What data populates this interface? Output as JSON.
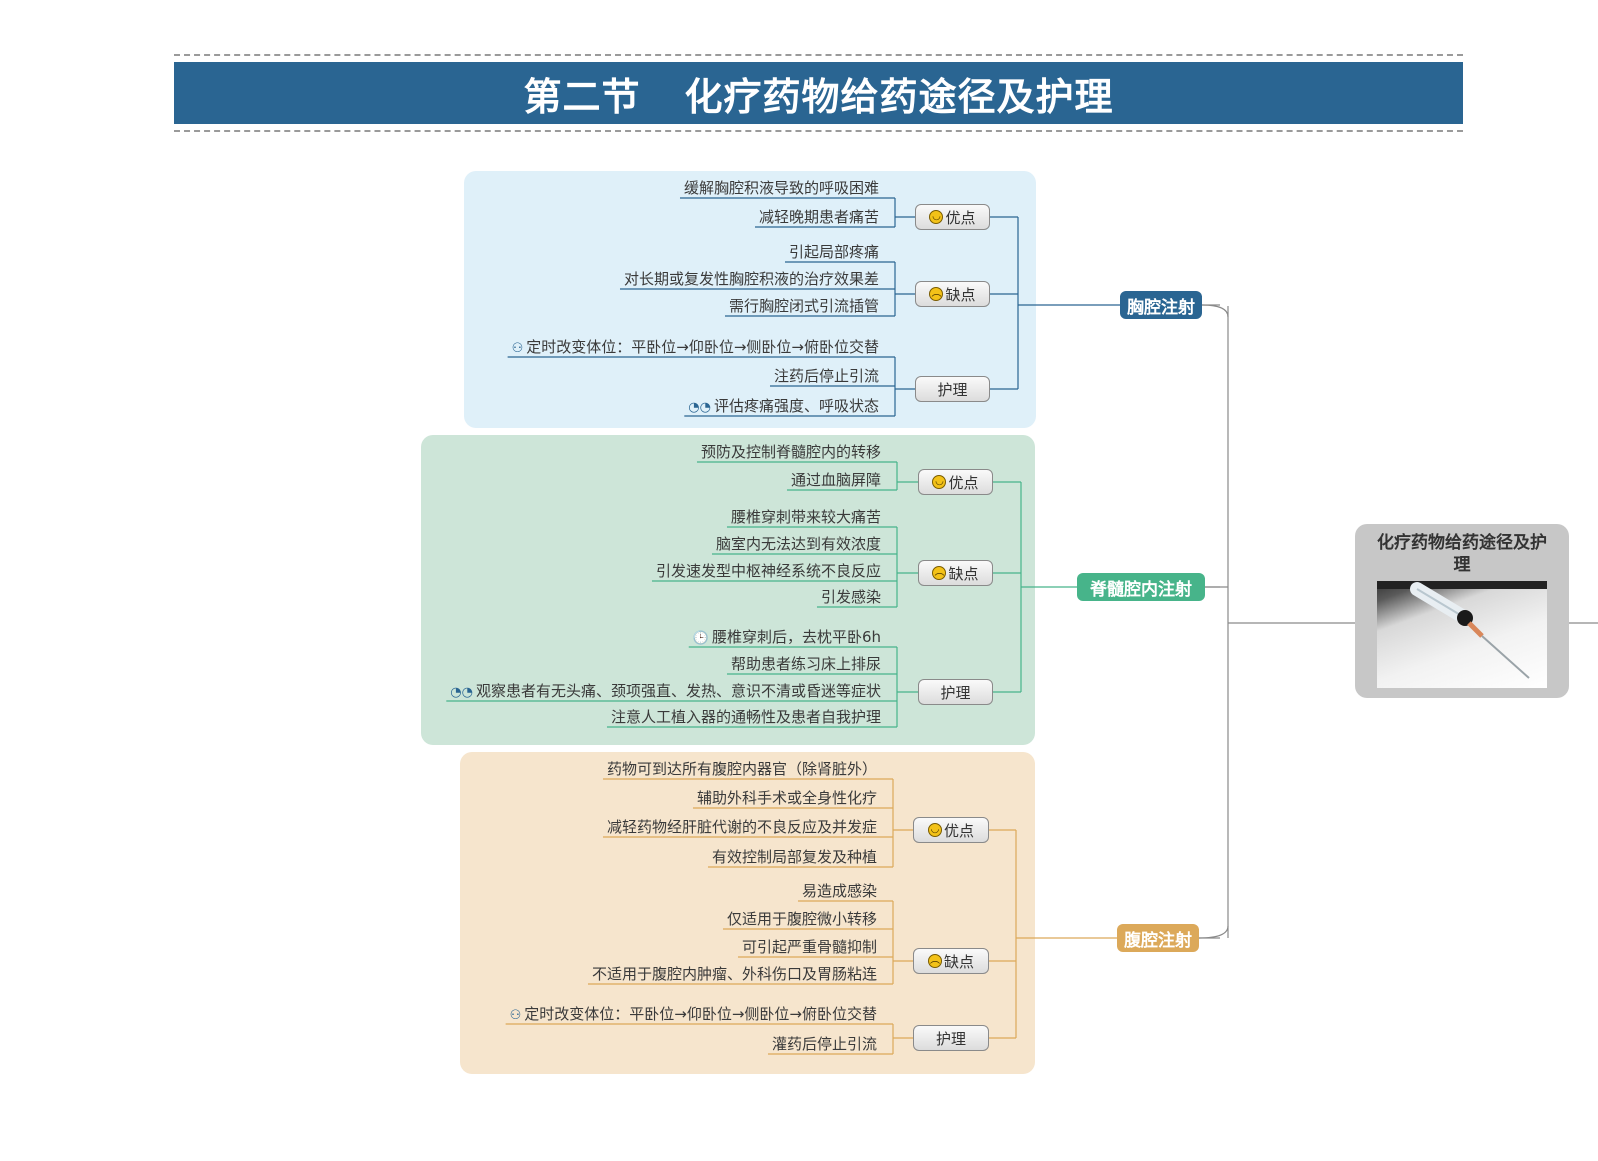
{
  "title": {
    "part1": "第二节",
    "part2": "化疗药物给药途径及护理"
  },
  "central": {
    "label": "化疗药物给药途径及护理",
    "image_icon": "syringe-photo"
  },
  "colors": {
    "banner": "#2a6592",
    "blue_panel": "#dff0f9",
    "green_panel": "#cde5d8",
    "orange_panel": "#f6e5cd",
    "blue_branch": "#2a6592",
    "green_branch": "#47b48a",
    "orange_branch": "#dca95a"
  },
  "branches": [
    {
      "label": "胸腔注射",
      "categories": [
        {
          "label": "优点",
          "icon": "smile-icon",
          "items": [
            "缓解胸腔积液导致的呼吸困难",
            "减轻晚期患者痛苦"
          ]
        },
        {
          "label": "缺点",
          "icon": "frown-icon",
          "items": [
            "引起局部疼痛",
            "对长期或复发性胸腔积液的治疗效果差",
            "需行胸腔闭式引流插管"
          ]
        },
        {
          "label": "护理",
          "icon": "",
          "items": [
            "定时改变体位：平卧位→仰卧位→侧卧位→俯卧位交替",
            "注药后停止引流",
            "评估疼痛强度、呼吸状态"
          ],
          "item_icons": [
            "people-icon",
            "",
            "eye-icon"
          ]
        }
      ]
    },
    {
      "label": "脊髓腔内注射",
      "categories": [
        {
          "label": "优点",
          "icon": "smile-icon",
          "items": [
            "预防及控制脊髓腔内的转移",
            "通过血脑屏障"
          ]
        },
        {
          "label": "缺点",
          "icon": "frown-icon",
          "items": [
            "腰椎穿刺带来较大痛苦",
            "脑室内无法达到有效浓度",
            "引发速发型中枢神经系统不良反应",
            "引发感染"
          ]
        },
        {
          "label": "护理",
          "icon": "",
          "items": [
            "腰椎穿刺后，去枕平卧6h",
            "帮助患者练习床上排尿",
            "观察患者有无头痛、颈项强直、发热、意识不清或昏迷等症状",
            "注意人工植入器的通畅性及患者自我护理"
          ],
          "item_icons": [
            "clock-icon",
            "",
            "eye-icon",
            ""
          ]
        }
      ]
    },
    {
      "label": "腹腔注射",
      "categories": [
        {
          "label": "优点",
          "icon": "smile-icon",
          "items": [
            "药物可到达所有腹腔内器官（除肾脏外）",
            "辅助外科手术或全身性化疗",
            "减轻药物经肝脏代谢的不良反应及并发症",
            "有效控制局部复发及种植"
          ]
        },
        {
          "label": "缺点",
          "icon": "frown-icon",
          "items": [
            "易造成感染",
            "仅适用于腹腔微小转移",
            "可引起严重骨髓抑制",
            "不适用于腹腔内肿瘤、外科伤口及胃肠粘连"
          ]
        },
        {
          "label": "护理",
          "icon": "",
          "items": [
            "定时改变体位：平卧位→仰卧位→侧卧位→俯卧位交替",
            "灌药后停止引流"
          ],
          "item_icons": [
            "people-icon",
            ""
          ]
        }
      ]
    }
  ]
}
